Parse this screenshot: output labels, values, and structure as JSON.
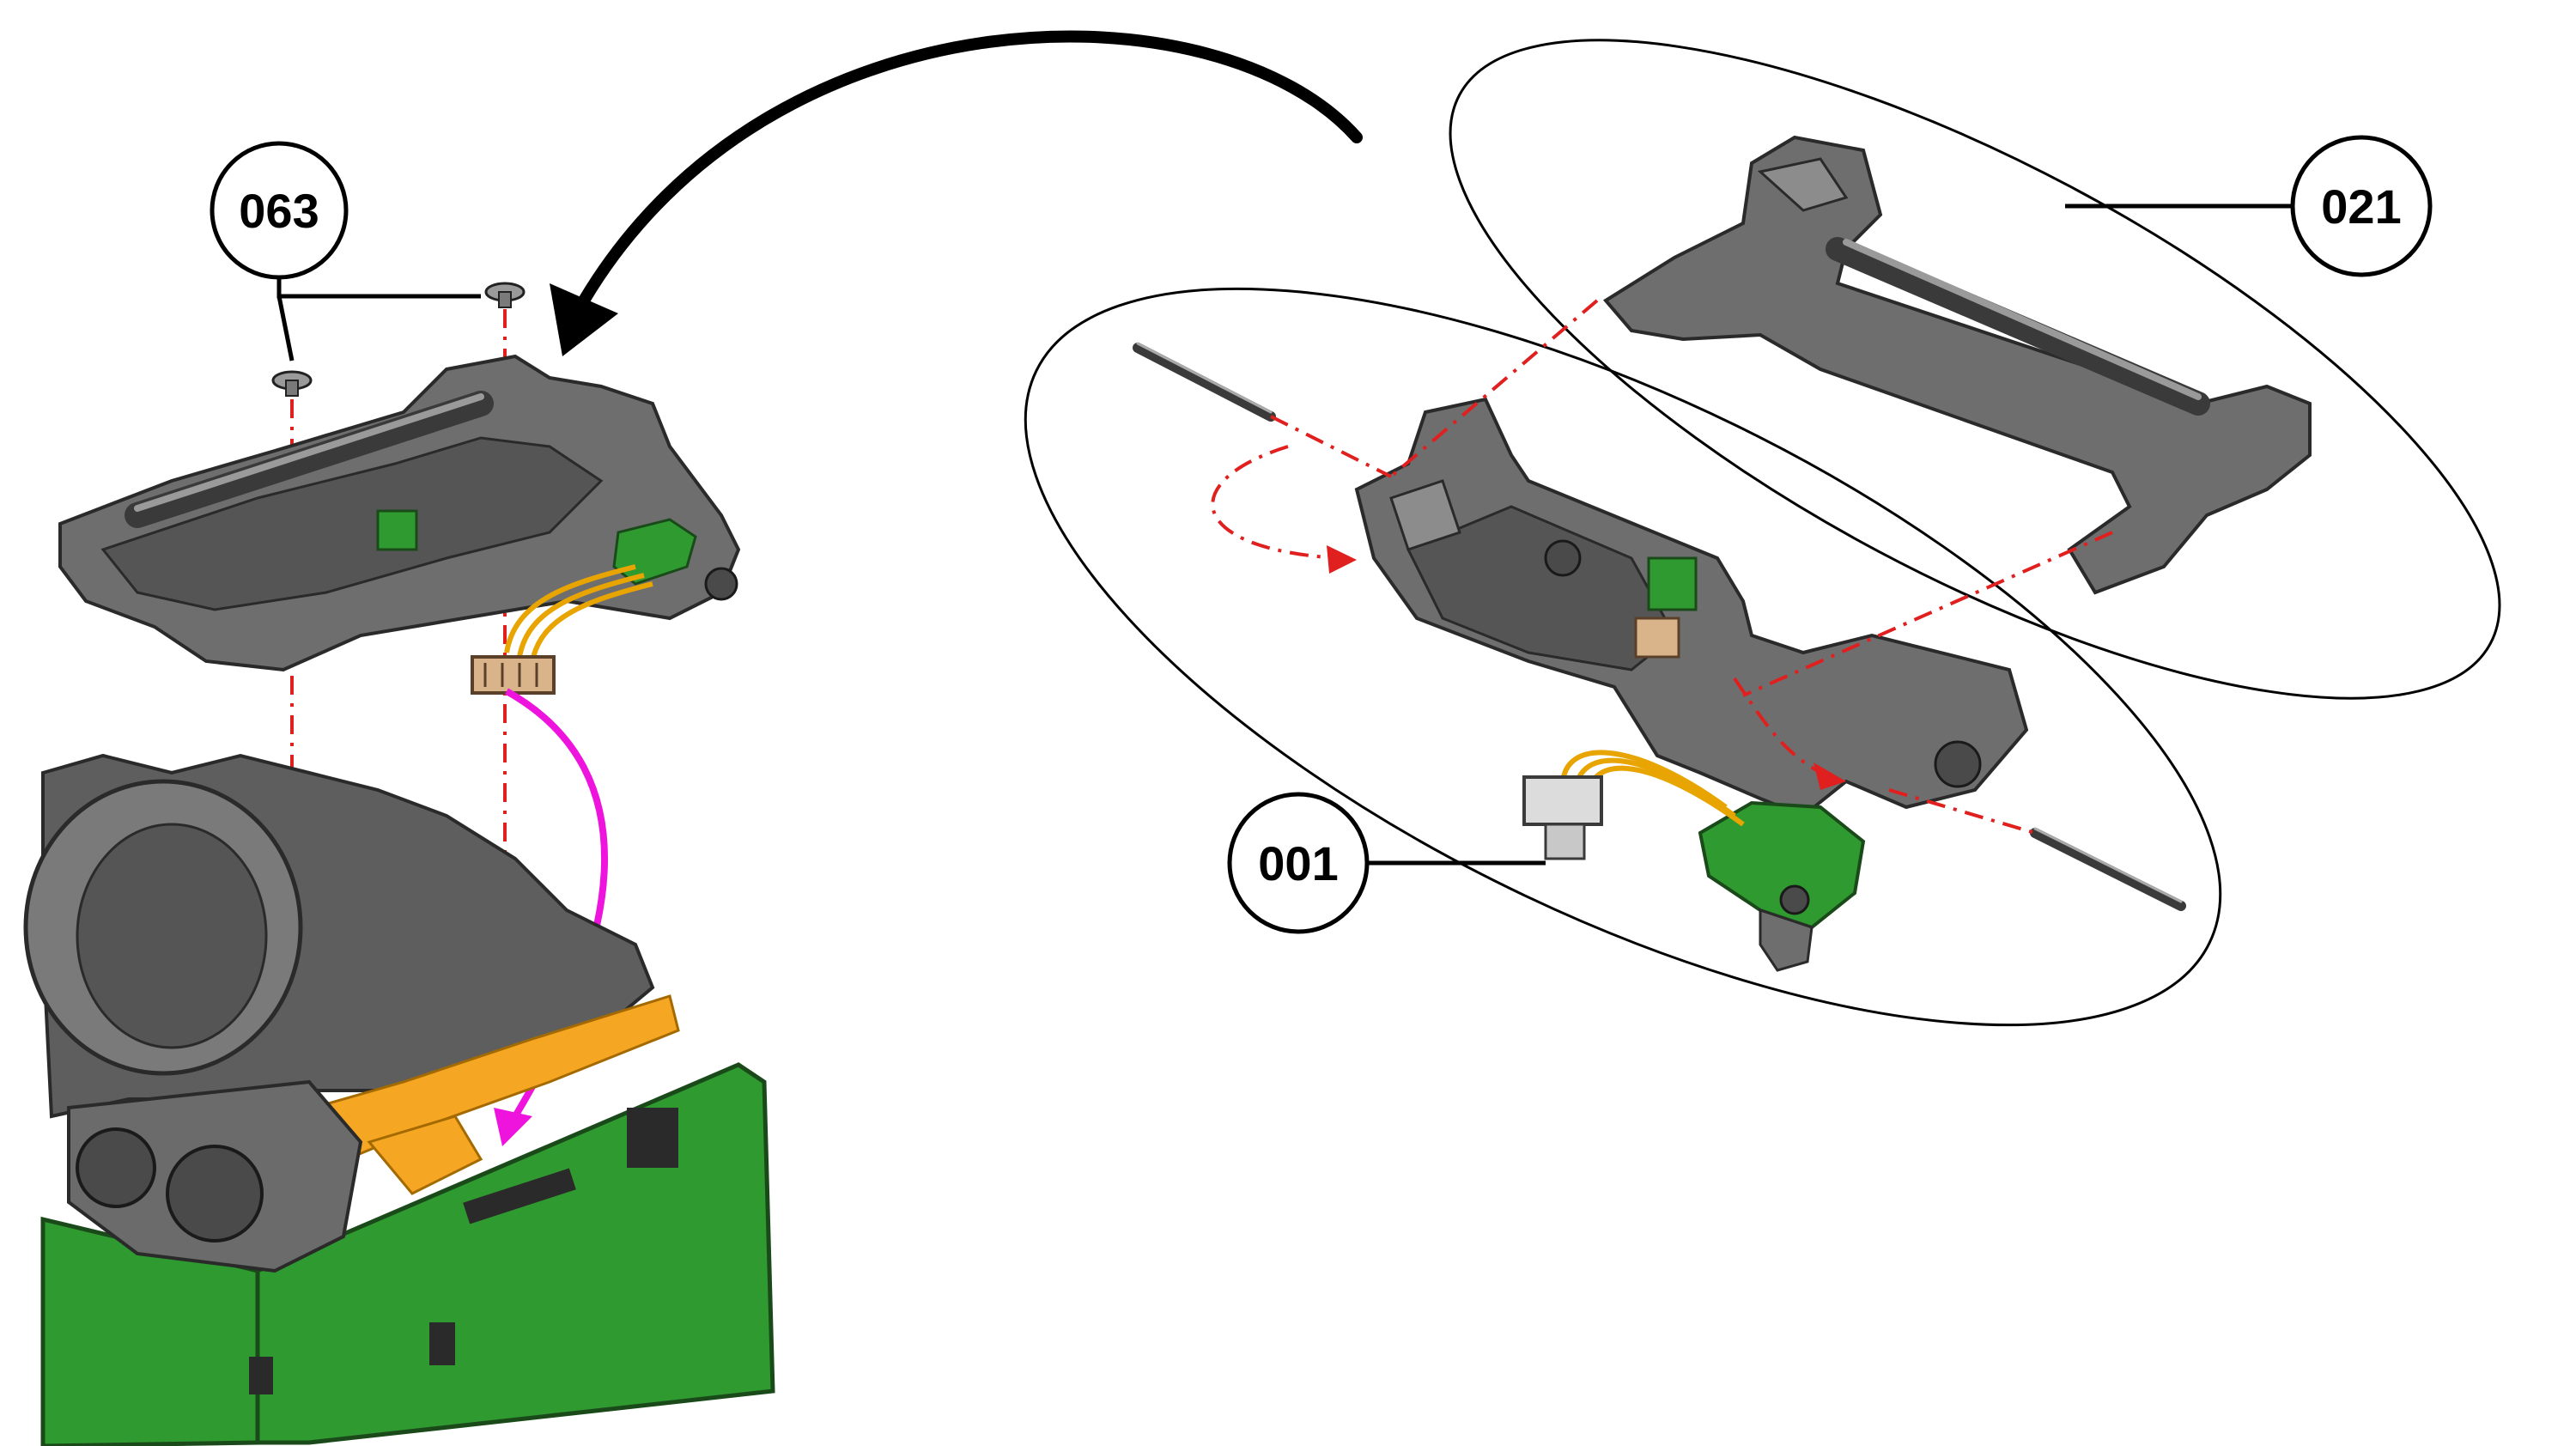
{
  "callouts": {
    "c063": "063",
    "c021": "021",
    "c001": "001"
  },
  "colors": {
    "housing": "#6b6b6b",
    "housing_dark": "#3a3a3a",
    "housing_light": "#8c8c8c",
    "pcb_green": "#2f9a2f",
    "flex_orange": "#f5a623",
    "wire_yellow": "#e8a400",
    "connector_tan": "#d9b48a",
    "guide_red": "#e0201f",
    "route_magenta": "#ee14dd",
    "arrow_black": "#000000"
  }
}
